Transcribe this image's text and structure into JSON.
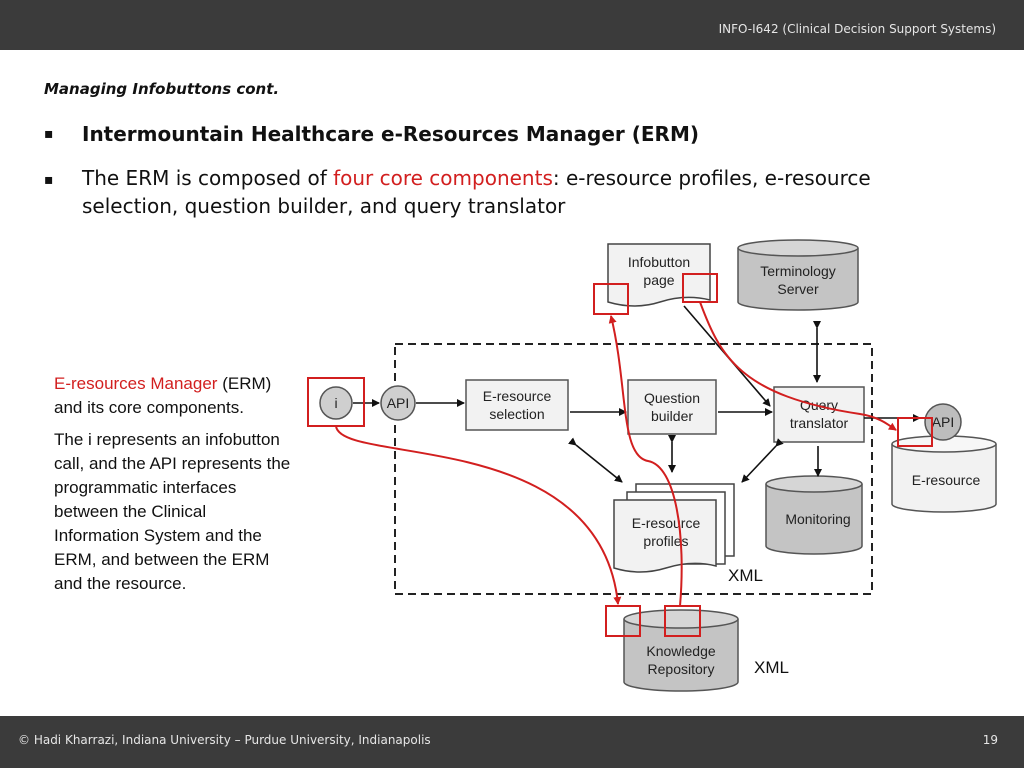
{
  "header": {
    "course": "INFO-I642 (Clinical Decision Support Systems)"
  },
  "slide": {
    "subtitle": "Managing Infobuttons cont.",
    "bullet1": "Intermountain Healthcare e-Resources Manager (ERM)",
    "bullet2_pre": "The ERM is composed of ",
    "bullet2_red": "four core components",
    "bullet2_post": ": e-resource profiles, e-resource selection, question builder, and query translator"
  },
  "side": {
    "red": "E-resources Manager",
    "rest": " (ERM) and its core components.",
    "para2": "The i represents an infobutton call, and the API represents the programmatic interfaces between the Clinical Information System and the ERM, and between the ERM and the resource."
  },
  "diagram": {
    "infobutton_l1": "Infobutton",
    "infobutton_l2": "page",
    "terminology_l1": "Terminology",
    "terminology_l2": "Server",
    "i": "i",
    "api": "API",
    "eres_sel_l1": "E-resource",
    "eres_sel_l2": "selection",
    "qb_l1": "Question",
    "qb_l2": "builder",
    "qt_l1": "Query",
    "qt_l2": "translator",
    "api2": "API",
    "eresource": "E-resource",
    "monitoring": "Monitoring",
    "prof_l1": "E-resource",
    "prof_l2": "profiles",
    "kr_l1": "Knowledge",
    "kr_l2": "Repository",
    "xml1": "XML",
    "xml2": "XML"
  },
  "footer": {
    "copyright": "© Hadi Kharrazi, Indiana University – Purdue University, Indianapolis",
    "page": "19"
  }
}
